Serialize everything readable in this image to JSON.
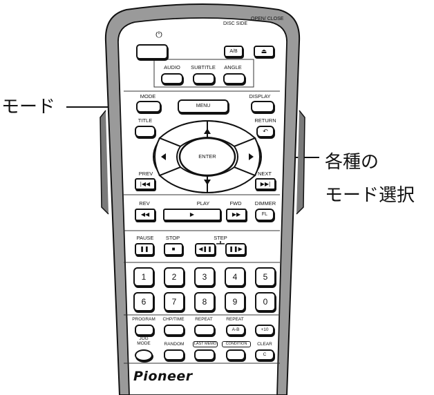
{
  "callouts": {
    "mode": "モード",
    "select_line1": "各種の",
    "select_line2": "モード選択"
  },
  "buttons": {
    "power_icon": "power-icon",
    "disc_side": "DISC SIDE",
    "disc_side_face": "A/B",
    "open_close": "OPEN/ CLOSE",
    "eject_icon": "eject-icon",
    "audio": "AUDIO",
    "subtitle": "SUBTITLE",
    "angle": "ANGLE",
    "mode": "MODE",
    "menu": "MENU",
    "display": "DISPLAY",
    "title": "TITLE",
    "return": "RETURN",
    "enter": "ENTER",
    "prev": "PREV",
    "next": "NEXT",
    "rev": "REV",
    "play": "PLAY",
    "fwd": "FWD",
    "dimmer": "DIMMER",
    "dimmer_face": "FL",
    "pause": "PAUSE",
    "stop": "STOP",
    "step": "STEP",
    "digits": [
      "1",
      "2",
      "3",
      "4",
      "5",
      "6",
      "7",
      "8",
      "9",
      "0"
    ],
    "program": "PROGRAM",
    "chp_time": "CHP/TIME",
    "repeat": "REPEAT",
    "repeat_ab": "REPEAT",
    "repeat_ab_face": "A-B",
    "plus10": "+10",
    "jog_mode": "JOG MODE",
    "random": "RANDOM",
    "last_memo": "LAST MEMO",
    "condition": "CONDITION",
    "clear": "CLEAR",
    "clear_face": "C"
  },
  "brand": "Pioneer",
  "colors": {
    "ink": "#111111",
    "body": "#ffffff",
    "shade": "#9a9a9a"
  }
}
